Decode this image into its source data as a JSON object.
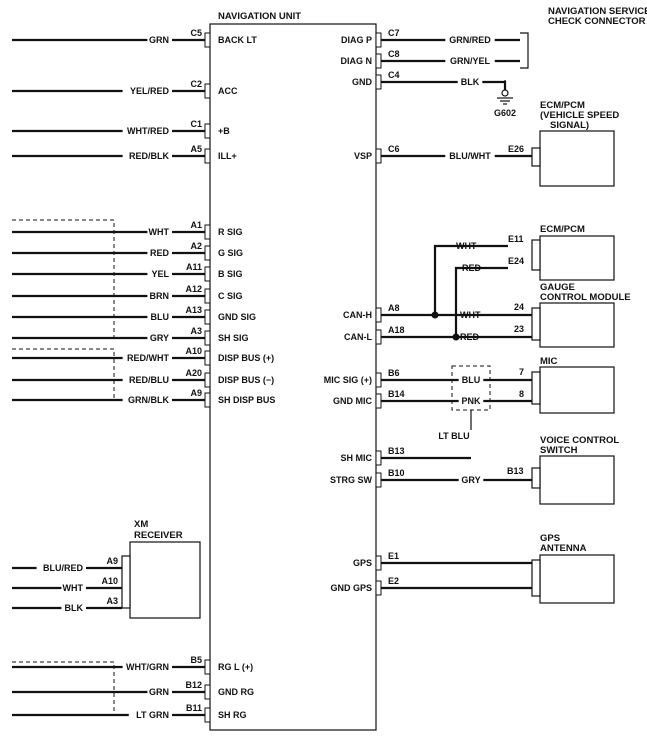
{
  "nav": {
    "title": "NAVIGATION UNIT",
    "left_pins": [
      {
        "conn": "C5",
        "label": "BACK LT",
        "wire": "GRN"
      },
      {
        "conn": "C2",
        "label": "ACC",
        "wire": "YEL/RED"
      },
      {
        "conn": "C1",
        "label": "+B",
        "wire": "WHT/RED"
      },
      {
        "conn": "A5",
        "label": "ILL+",
        "wire": "RED/BLK"
      },
      {
        "conn": "A1",
        "label": "R SIG",
        "wire": "WHT"
      },
      {
        "conn": "A2",
        "label": "G SIG",
        "wire": "RED"
      },
      {
        "conn": "A11",
        "label": "B SIG",
        "wire": "YEL"
      },
      {
        "conn": "A12",
        "label": "C SIG",
        "wire": "BRN"
      },
      {
        "conn": "A13",
        "label": "GND SIG",
        "wire": "BLU"
      },
      {
        "conn": "A3",
        "label": "SH SIG",
        "wire": "GRY"
      },
      {
        "conn": "A10",
        "label": "DISP BUS (+)",
        "wire": "RED/WHT"
      },
      {
        "conn": "A20",
        "label": "DISP BUS (−)",
        "wire": "RED/BLU"
      },
      {
        "conn": "A9",
        "label": "SH DISP BUS",
        "wire": "GRN/BLK"
      },
      {
        "conn": "B5",
        "label": "RG L (+)",
        "wire": "WHT/GRN"
      },
      {
        "conn": "B12",
        "label": "GND RG",
        "wire": "GRN"
      },
      {
        "conn": "B11",
        "label": "SH RG",
        "wire": "LT GRN"
      }
    ],
    "right_pins": [
      {
        "conn": "C7",
        "label": "DIAG P",
        "wire": "GRN/RED"
      },
      {
        "conn": "C8",
        "label": "DIAG N",
        "wire": "GRN/YEL"
      },
      {
        "conn": "C4",
        "label": "GND",
        "wire": "BLK"
      },
      {
        "conn": "C6",
        "label": "VSP",
        "wire": "BLU/WHT"
      },
      {
        "conn": "A8",
        "label": "CAN-H",
        "wire": "WHT"
      },
      {
        "conn": "A18",
        "label": "CAN-L",
        "wire": "RED"
      },
      {
        "conn": "B6",
        "label": "MIC SIG (+)",
        "wire": "BLU"
      },
      {
        "conn": "B14",
        "label": "GND MIC",
        "wire": "PNK"
      },
      {
        "conn": "B13",
        "label": "SH MIC",
        "wire": "LT BLU"
      },
      {
        "conn": "B10",
        "label": "STRG SW",
        "wire": "GRY"
      },
      {
        "conn": "E1",
        "label": "GPS",
        "wire": ""
      },
      {
        "conn": "E2",
        "label": "GND GPS",
        "wire": ""
      }
    ]
  },
  "components": {
    "check_connector": {
      "title1": "NAVIGATION SERVICE",
      "title2": "CHECK CONNECTOR"
    },
    "ground": {
      "label": "G602"
    },
    "ecm_vsp": {
      "title1": "ECM/PCM",
      "title2": "(VEHICLE SPEED",
      "title3": "SIGNAL)",
      "pin": "E26"
    },
    "ecm_can": {
      "title": "ECM/PCM",
      "pin_h": "E11",
      "pin_l": "E24",
      "wire_h": "WHT",
      "wire_l": "RED"
    },
    "gauge": {
      "title1": "GAUGE",
      "title2": "CONTROL MODULE",
      "pin_h": "24",
      "pin_l": "23",
      "wire_h": "WHT",
      "wire_l": "RED"
    },
    "mic": {
      "title": "MIC",
      "pin_a": "7",
      "pin_b": "8"
    },
    "voice_switch": {
      "title1": "VOICE CONTROL",
      "title2": "SWITCH",
      "pin": "B13"
    },
    "gps_antenna": {
      "title1": "GPS",
      "title2": "ANTENNA"
    },
    "xm": {
      "title1": "XM",
      "title2": "RECEIVER",
      "pins": [
        {
          "conn": "A9",
          "wire": "BLU/RED"
        },
        {
          "conn": "A10",
          "wire": "WHT"
        },
        {
          "conn": "A3",
          "wire": "BLK"
        }
      ]
    }
  }
}
